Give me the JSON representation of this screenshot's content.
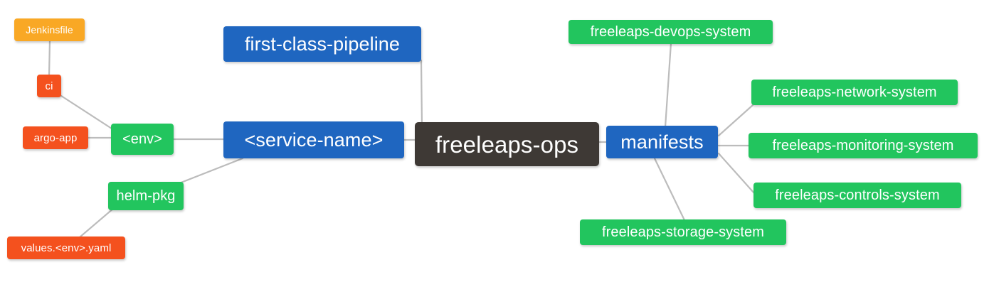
{
  "diagram": {
    "type": "mindmap",
    "title": "freeleaps-ops",
    "background": "#ffffff",
    "edge_color": "#bcbcbc",
    "colors": {
      "root": "#3e3935",
      "blue": "#1f66c0",
      "green": "#22c55e",
      "red": "#f4511e",
      "amber": "#f9a825",
      "text": "#ffffff"
    }
  },
  "nodes": {
    "root": {
      "label": "freeleaps-ops",
      "level": 0,
      "color": "#3e3935"
    },
    "first_class_pipeline": {
      "label": "first-class-pipeline",
      "level": 1,
      "color": "#1f66c0"
    },
    "service_name": {
      "label": "<service-name>",
      "level": 1,
      "color": "#1f66c0"
    },
    "manifests": {
      "label": "manifests",
      "level": 1,
      "color": "#1f66c0"
    },
    "env": {
      "label": "<env>",
      "level": 2,
      "color": "#22c55e"
    },
    "helm_pkg": {
      "label": "helm-pkg",
      "level": 2,
      "color": "#22c55e"
    },
    "ci": {
      "label": "ci",
      "level": 3,
      "color": "#f4511e"
    },
    "argo_app": {
      "label": "argo-app",
      "level": 3,
      "color": "#f4511e"
    },
    "jenkinsfile": {
      "label": "Jenkinsfile",
      "level": 4,
      "color": "#f9a825"
    },
    "values_yaml": {
      "label": "values.<env>.yaml",
      "level": 3,
      "color": "#f4511e"
    },
    "devops_system": {
      "label": "freeleaps-devops-system",
      "level": 2,
      "color": "#22c55e"
    },
    "network_system": {
      "label": "freeleaps-network-system",
      "level": 2,
      "color": "#22c55e"
    },
    "monitoring_system": {
      "label": "freeleaps-monitoring-system",
      "level": 2,
      "color": "#22c55e"
    },
    "controls_system": {
      "label": "freeleaps-controls-system",
      "level": 2,
      "color": "#22c55e"
    },
    "storage_system": {
      "label": "freeleaps-storage-system",
      "level": 2,
      "color": "#22c55e"
    }
  },
  "edges": [
    {
      "from": "root",
      "to": "first_class_pipeline"
    },
    {
      "from": "root",
      "to": "service_name"
    },
    {
      "from": "root",
      "to": "manifests"
    },
    {
      "from": "service_name",
      "to": "env"
    },
    {
      "from": "service_name",
      "to": "helm_pkg"
    },
    {
      "from": "env",
      "to": "ci"
    },
    {
      "from": "env",
      "to": "argo_app"
    },
    {
      "from": "ci",
      "to": "jenkinsfile"
    },
    {
      "from": "helm_pkg",
      "to": "values_yaml"
    },
    {
      "from": "manifests",
      "to": "devops_system"
    },
    {
      "from": "manifests",
      "to": "network_system"
    },
    {
      "from": "manifests",
      "to": "monitoring_system"
    },
    {
      "from": "manifests",
      "to": "controls_system"
    },
    {
      "from": "manifests",
      "to": "storage_system"
    }
  ]
}
